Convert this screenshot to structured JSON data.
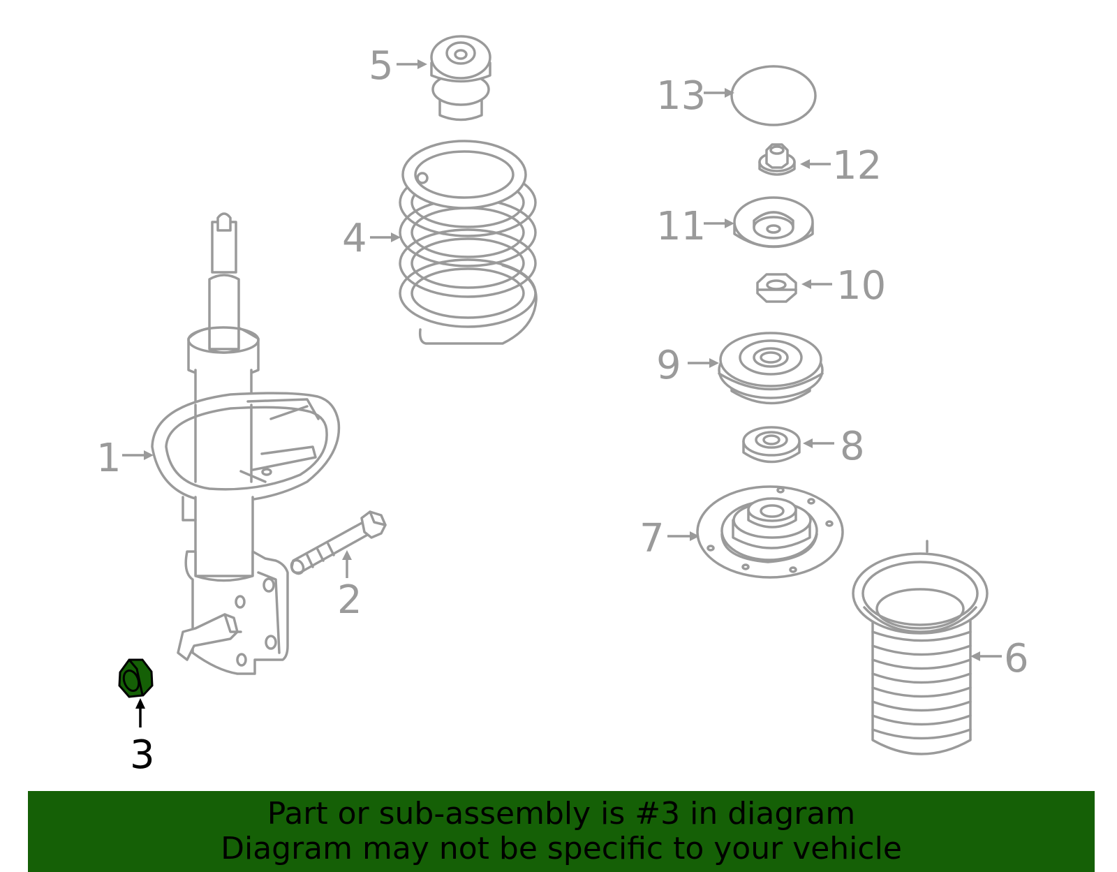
{
  "colors": {
    "line_art": "#9a9a9a",
    "highlight_fill": "#156006",
    "highlight_text": "#000000",
    "banner_background": "#156006"
  },
  "highlighted_part": "3",
  "callouts": [
    {
      "id": "1",
      "label": "1"
    },
    {
      "id": "2",
      "label": "2"
    },
    {
      "id": "3",
      "label": "3"
    },
    {
      "id": "4",
      "label": "4"
    },
    {
      "id": "5",
      "label": "5"
    },
    {
      "id": "6",
      "label": "6"
    },
    {
      "id": "7",
      "label": "7"
    },
    {
      "id": "8",
      "label": "8"
    },
    {
      "id": "9",
      "label": "9"
    },
    {
      "id": "10",
      "label": "10"
    },
    {
      "id": "11",
      "label": "11"
    },
    {
      "id": "12",
      "label": "12"
    },
    {
      "id": "13",
      "label": "13"
    }
  ],
  "banner": {
    "line1": "Part or sub-assembly is #3 in diagram",
    "line2": "Diagram may not be specific to your vehicle"
  }
}
